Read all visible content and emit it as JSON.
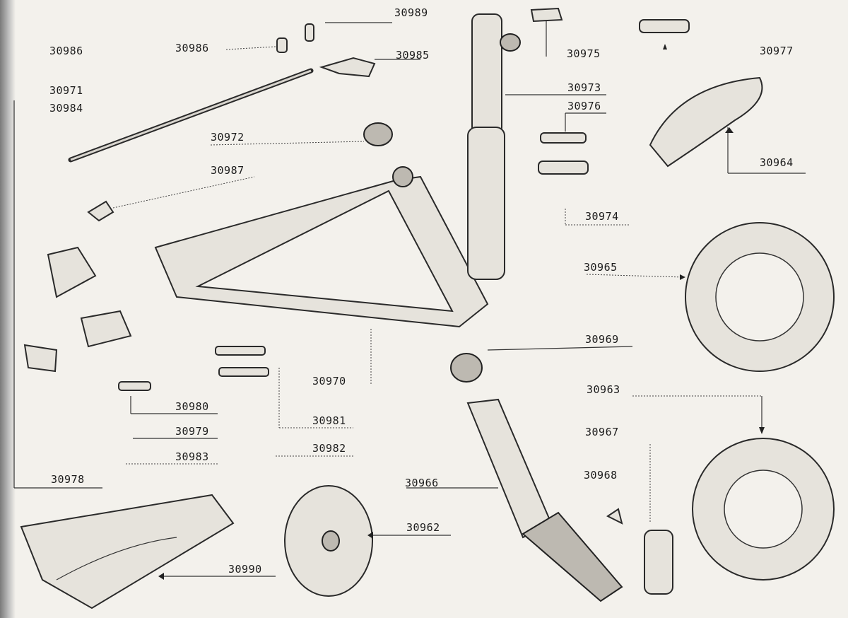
{
  "part_numbers": {
    "p30989": "30989",
    "p30986a": "30986",
    "p30986b": "30986",
    "p30985": "30985",
    "p30975": "30975",
    "p30977": "30977",
    "p30971": "30971",
    "p30984": "30984",
    "p30973": "30973",
    "p30976": "30976",
    "p30972": "30972",
    "p30964": "30964",
    "p30987": "30987",
    "p30974": "30974",
    "p30965": "30965",
    "p30969": "30969",
    "p30970": "30970",
    "p30963": "30963",
    "p30980": "30980",
    "p30981": "30981",
    "p30967": "30967",
    "p30979": "30979",
    "p30982": "30982",
    "p30983": "30983",
    "p30968": "30968",
    "p30978": "30978",
    "p30966": "30966",
    "p30962": "30962",
    "p30990": "30990"
  }
}
